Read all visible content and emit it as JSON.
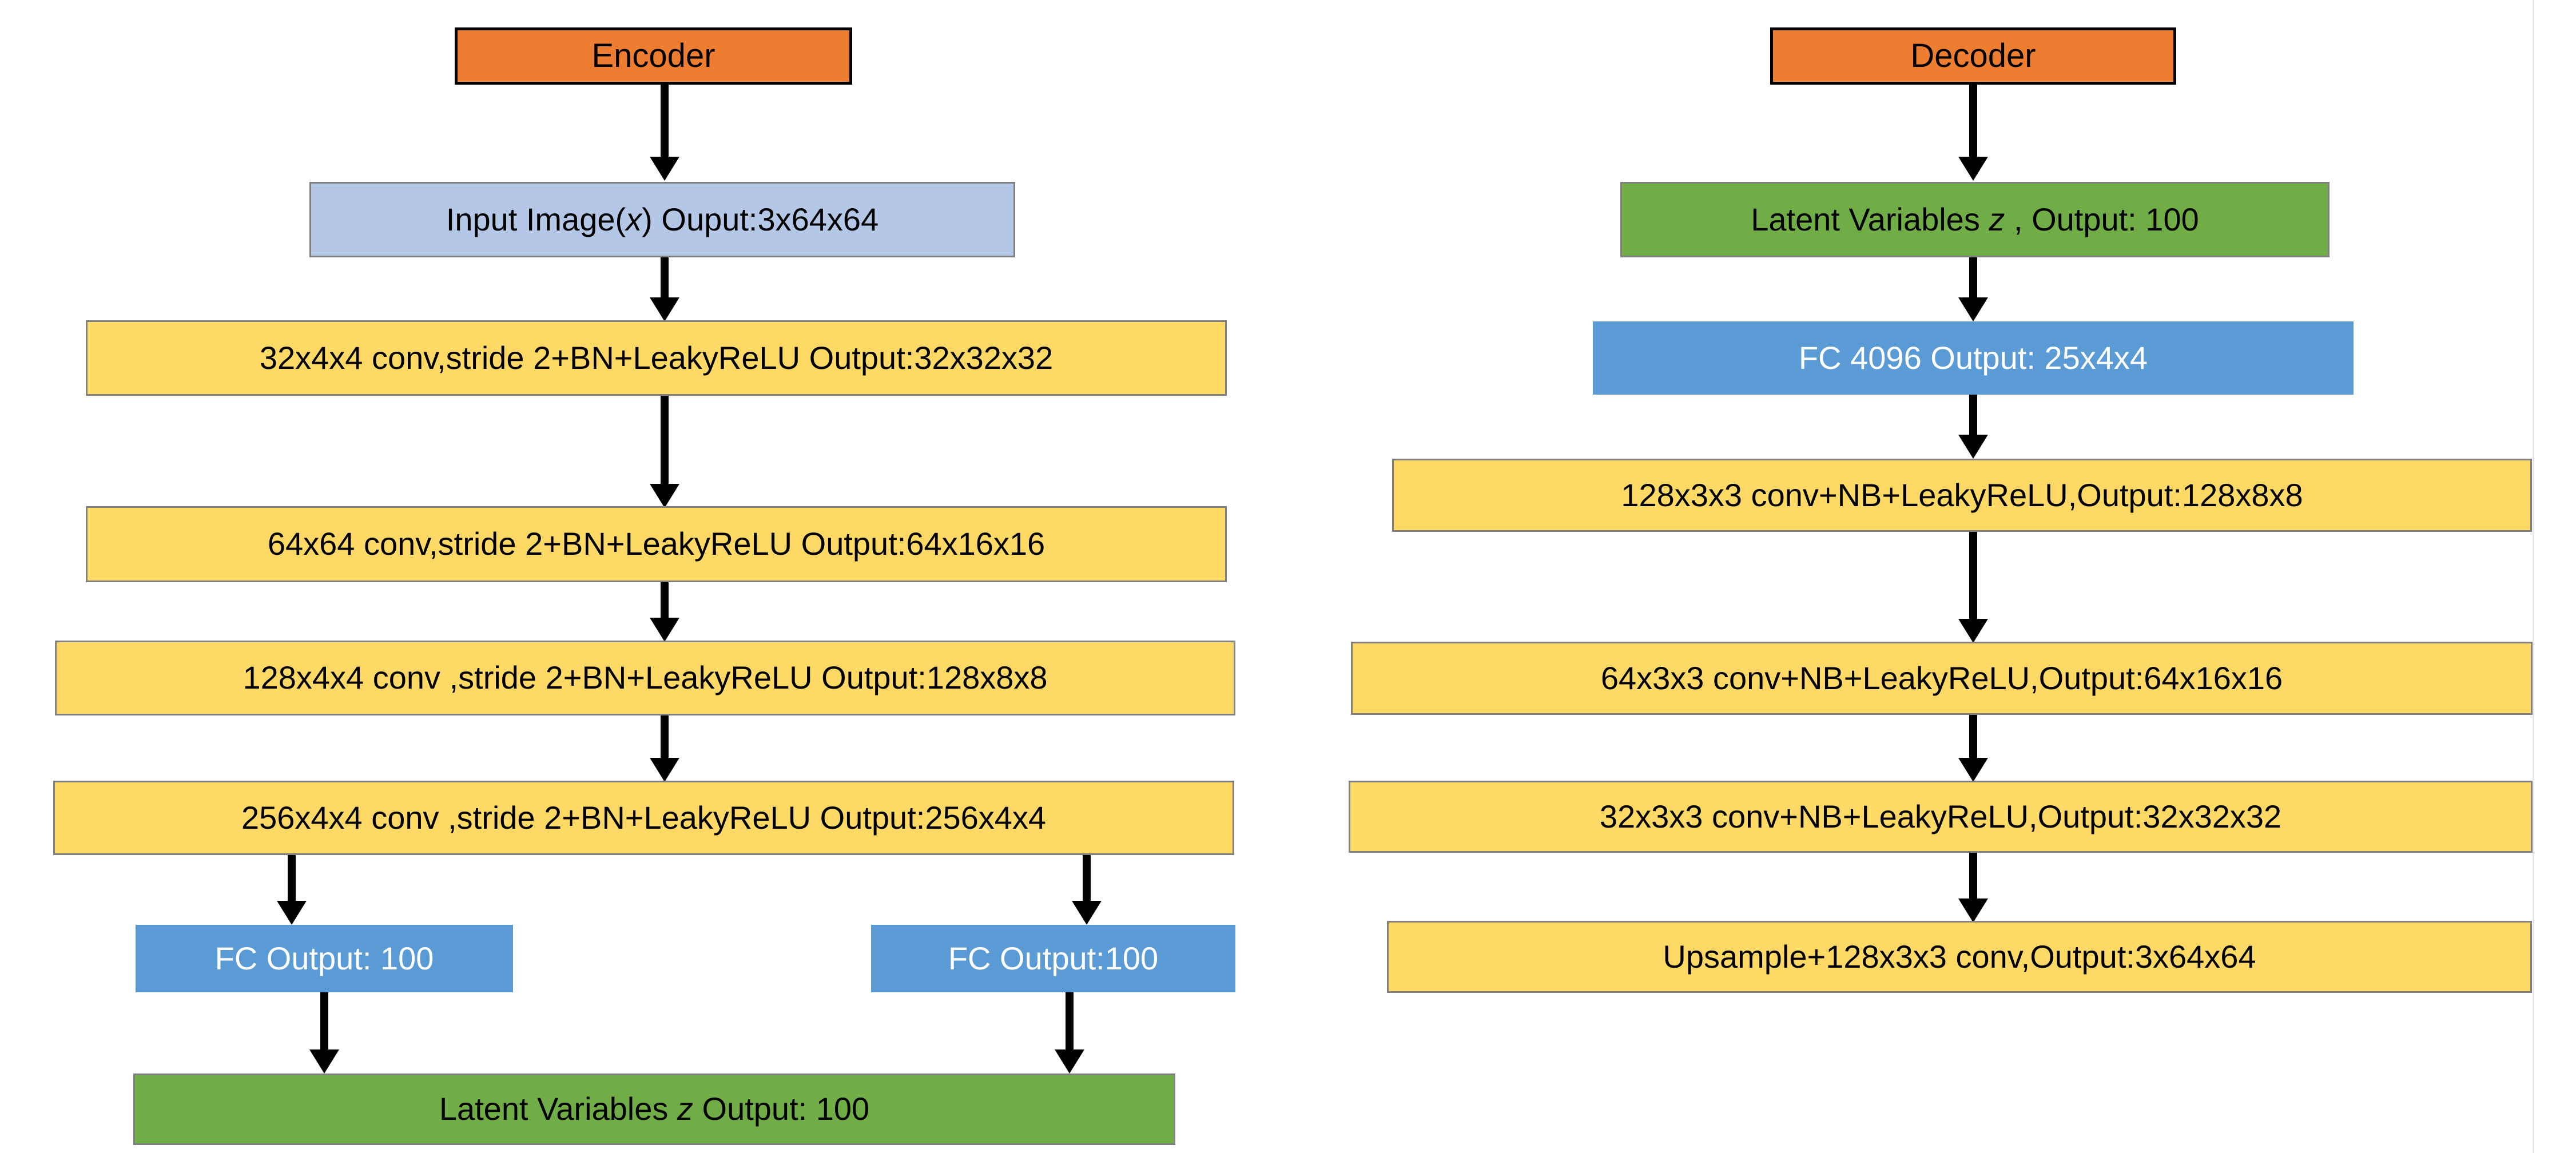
{
  "diagram": {
    "title_hint": "Variational autoencoder architecture",
    "colors": {
      "header_orange": "#ED7D31",
      "input_blue_pale": "#B4C7E7",
      "conv_yellow": "#FFD966",
      "fc_blue": "#5B9BD5",
      "latent_green": "#70AD47",
      "border_grey": "#808080",
      "border_black": "#000000",
      "arrow_black": "#000000",
      "background": "#FFFFFF"
    },
    "encoder": {
      "header": "Encoder",
      "nodes": [
        {
          "id": "enc-input",
          "text_before": "Input Image(",
          "var": "x",
          "text_after": ") Ouput:3x64x64",
          "kind": "input"
        },
        {
          "id": "enc-conv32",
          "text": "32x4x4 conv,stride 2+BN+LeakyReLU Output:32x32x32",
          "kind": "conv"
        },
        {
          "id": "enc-conv64",
          "text": "64x64 conv,stride 2+BN+LeakyReLU Output:64x16x16",
          "kind": "conv"
        },
        {
          "id": "enc-conv128",
          "text": "128x4x4 conv ,stride 2+BN+LeakyReLU Output:128x8x8",
          "kind": "conv"
        },
        {
          "id": "enc-conv256",
          "text": "256x4x4 conv ,stride 2+BN+LeakyReLU Output:256x4x4",
          "kind": "conv"
        },
        {
          "id": "enc-fc-mu",
          "text": "FC Output: 100",
          "kind": "fc"
        },
        {
          "id": "enc-fc-sigma",
          "text": "FC Output:100",
          "kind": "fc"
        }
      ],
      "latent": {
        "text_before": "Latent Variables ",
        "var": "z",
        "text_after": " Output: 100"
      }
    },
    "decoder": {
      "header": "Decoder",
      "latent": {
        "text_before": "Latent Variables ",
        "var": "z",
        "text_after": " , Output: 100"
      },
      "nodes": [
        {
          "id": "dec-fc4096",
          "text": "FC 4096 Output: 25x4x4",
          "kind": "fc"
        },
        {
          "id": "dec-conv128",
          "text": "128x3x3 conv+NB+LeakyReLU,Output:128x8x8",
          "kind": "conv"
        },
        {
          "id": "dec-conv64",
          "text": "64x3x3 conv+NB+LeakyReLU,Output:64x16x16",
          "kind": "conv"
        },
        {
          "id": "dec-conv32",
          "text": "32x3x3 conv+NB+LeakyReLU,Output:32x32x32",
          "kind": "conv"
        },
        {
          "id": "dec-upsample",
          "text": "Upsample+128x3x3 conv,Output:3x64x64",
          "kind": "conv"
        }
      ]
    }
  }
}
